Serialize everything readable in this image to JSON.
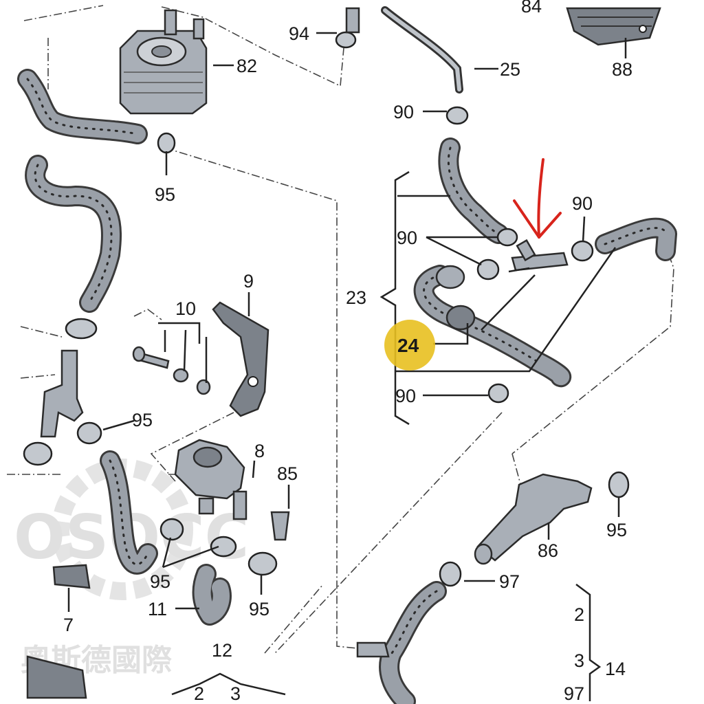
{
  "labels": {
    "l82": "82",
    "l94": "94",
    "l25": "25",
    "l88": "88",
    "l90a": "90",
    "l95a": "95",
    "l90b": "90",
    "l90c": "90",
    "l9": "9",
    "l10": "10",
    "l23": "23",
    "l24": "24",
    "l90d": "90",
    "l95b": "95",
    "l8": "8",
    "l85": "85",
    "l86": "86",
    "l95c": "95",
    "l97": "97",
    "l95d": "95",
    "l95e": "95",
    "l11": "11",
    "l7": "7",
    "l2": "2",
    "l3": "3",
    "l14": "14",
    "l12": "12",
    "l2b": "2",
    "l3b": "3",
    "l97b": "97",
    "l84": "84"
  },
  "watermark": {
    "text": "OSOCC",
    "chinese": "奧斯德國際"
  },
  "highlight": {
    "color": "#e8c020",
    "label_key": "l24"
  },
  "arrow": {
    "color": "#d8241c"
  }
}
